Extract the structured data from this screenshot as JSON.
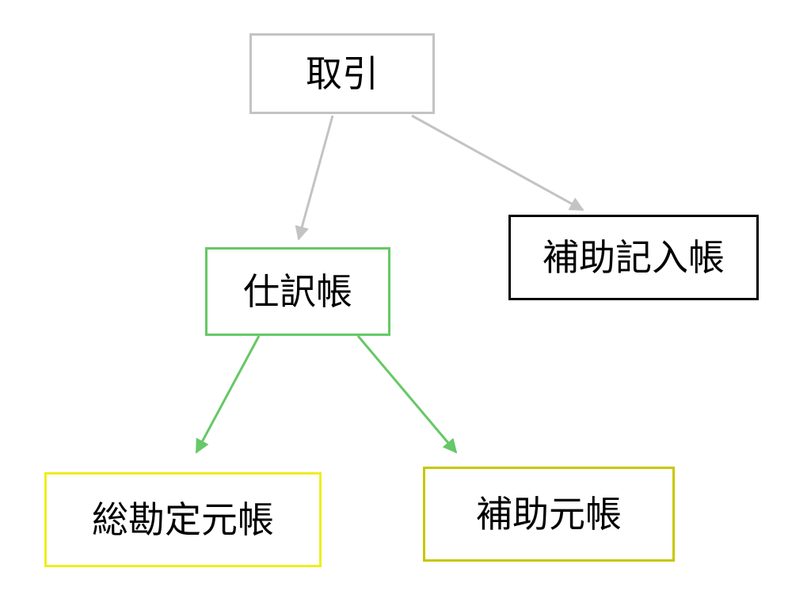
{
  "colors": {
    "gray": "#c3c3c3",
    "green": "#66c866",
    "black": "#000000",
    "yellow": "#eeee1f",
    "olive": "#c8c800"
  },
  "nodes": {
    "torihiki": {
      "label": "取引",
      "border_color": "#c3c3c3"
    },
    "shiwake": {
      "label": "仕訳帳",
      "border_color": "#66c866"
    },
    "hojo_kinyu": {
      "label": "補助記入帳",
      "border_color": "#000000"
    },
    "sokanjo": {
      "label": "総勘定元帳",
      "border_color": "#eeee1f"
    },
    "hojo_moto": {
      "label": "補助元帳",
      "border_color": "#c8c800"
    }
  },
  "edges": [
    {
      "from": "torihiki",
      "to": "shiwake",
      "color": "#c3c3c3"
    },
    {
      "from": "torihiki",
      "to": "hojo_kinyu",
      "color": "#c3c3c3"
    },
    {
      "from": "shiwake",
      "to": "sokanjo",
      "color": "#66c866"
    },
    {
      "from": "shiwake",
      "to": "hojo_moto",
      "color": "#66c866"
    }
  ]
}
